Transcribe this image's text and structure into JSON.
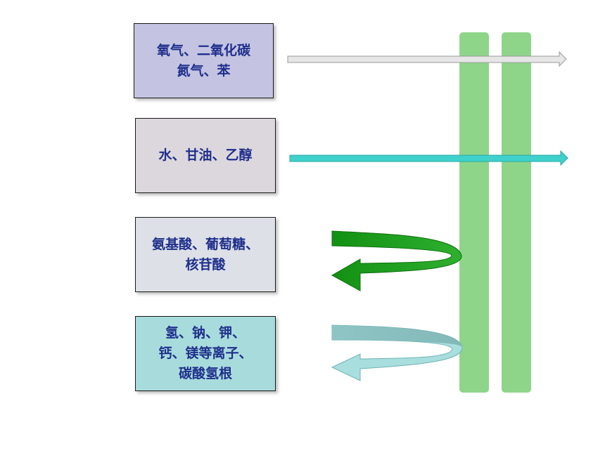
{
  "substances": [
    {
      "lines": [
        "氧气、二氧化碳",
        "氮气、苯"
      ]
    },
    {
      "lines": [
        "水、甘油、乙醇"
      ]
    },
    {
      "lines": [
        "氨基酸、葡萄糖、",
        "核苷酸"
      ]
    },
    {
      "lines": [
        "氢、钠、钾、",
        "钙、镁等离子、",
        "碳酸氢根"
      ]
    }
  ],
  "colors": {
    "membrane_band": "#8ed58a",
    "arrow_gas": "#e4e4e4",
    "arrow_water": "#3fd1cc",
    "arrow_organic": "#1a9a1a",
    "arrow_ion": "#8fc9c9"
  }
}
